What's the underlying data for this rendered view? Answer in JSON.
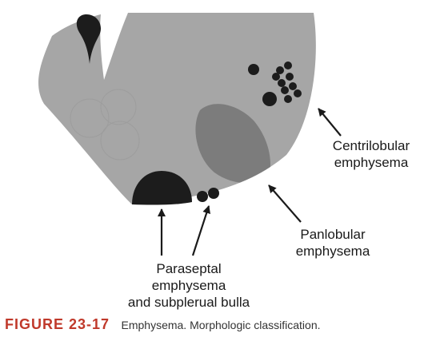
{
  "labels": {
    "centrilobular": [
      "Centrilobular",
      "emphysema"
    ],
    "panlobular": [
      "Panlobular",
      "emphysema"
    ],
    "paraseptal": [
      "Paraseptal",
      "emphysema",
      "and subplerual bulla"
    ]
  },
  "caption": {
    "figure_number": "FIGURE 23-17",
    "text": "Emphysema. Morphologic classification."
  },
  "colors": {
    "lobule": "#a6a6a6",
    "panlobular_region": "#7c7c7c",
    "lesion": "#1c1c1c",
    "figure_number": "#c0392b"
  }
}
